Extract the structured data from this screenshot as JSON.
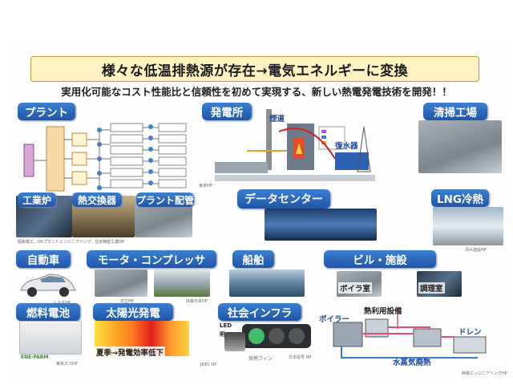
{
  "title": "様々な低温排熱源が存在→電気エネルギーに変換",
  "subtitle": "実用化可能なコスト性能比と信頼性を初めて実現する、新しい熱電発電技術を開発！！",
  "categories": {
    "plant": "プラント",
    "power_plant": "発電所",
    "incinerator": "清掃工場",
    "furnace": "工業炉",
    "heat_exchanger": "熱交換器",
    "plant_piping": "プラント配管",
    "data_center": "データセンター",
    "lng": "LNG冷熱",
    "car": "自動車",
    "motor": "モータ・コンプレッサ",
    "ship": "船舶",
    "building": "ビル・施設",
    "fuel_cell": "燃料電池",
    "solar": "太陽光発電",
    "infra": "社会インフラ"
  },
  "power_plant_labels": {
    "chimney": "煙道",
    "condenser": "復水器"
  },
  "building_labels": {
    "boiler_room": "ボイラ室",
    "prep_room": "調理室"
  },
  "solar_caption": "夏季→発電効率低下",
  "infra_labels": {
    "fin": "放熱フィン",
    "led": "LED",
    "light": "明"
  },
  "heat_equipment": {
    "title": "熱利用設備",
    "boiler": "ボイラー",
    "drain": "ドレン",
    "steam": "水蒸気廃熱"
  },
  "credits": {
    "power": "東京HP",
    "furnace": "昭和電工、IHIプラントエンジニアリング、住友精密工業HP",
    "car": "トヨタHP",
    "motor": "日立HP",
    "jr": "JR東日本HP",
    "lng": "清水建設HP",
    "fuel": "東京ガスHP",
    "jdec": "JDEC HP",
    "nippon": "日本信号 HP",
    "infra2": "西電エンジニアリングHP"
  },
  "logo_text": "ENE-FARM"
}
